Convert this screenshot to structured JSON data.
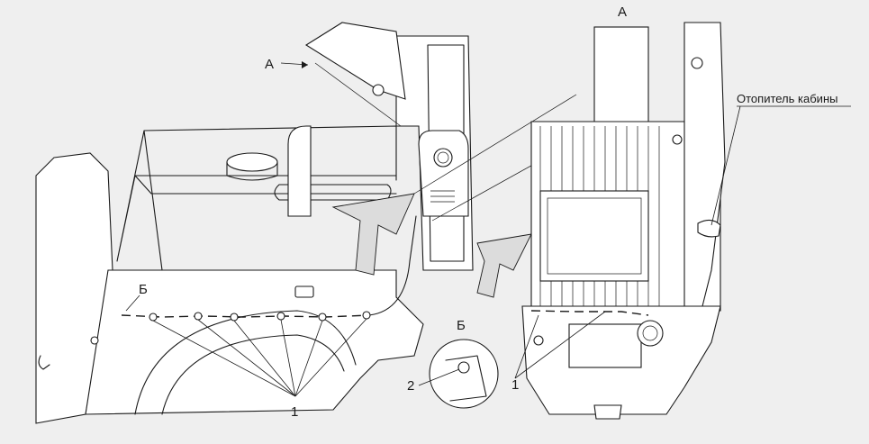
{
  "labels": {
    "view_a_arrow": "А",
    "view_a_title": "А",
    "detail_b": "Б",
    "detail_b_title": "Б",
    "callout_1_left": "1",
    "callout_1_right": "1",
    "callout_2": "2",
    "heater": "Отопитель кабины"
  }
}
